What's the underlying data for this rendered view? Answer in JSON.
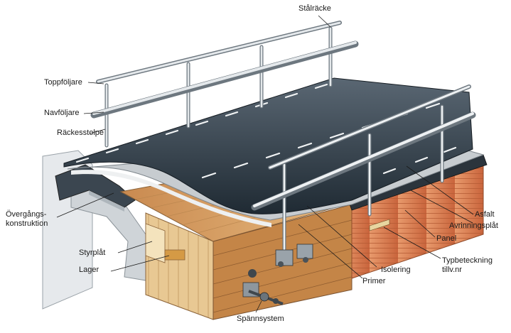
{
  "labels": {
    "stalracke": "Stålräcke",
    "toppfoljare": "Toppföljare",
    "navfoljare": "Navföljare",
    "rackesstolpe": "Räckesstolpe",
    "overgangs_line1": "Övergångs-",
    "overgangs_line2": "konstruktion",
    "styrplat": "Styrplåt",
    "lager": "Lager",
    "spannsystem": "Spännsystem",
    "asfalt": "Asfalt",
    "avrinningsplat": "Avrinningsplåt",
    "panel": "Panel",
    "typbeteckning_line1": "Typbeteckning",
    "typbeteckning_line2": "tillv.nr",
    "isolering": "Isolering",
    "primer": "Primer"
  },
  "colors": {
    "asphalt": "#2e3a45",
    "membrane": "#b9bfc4",
    "wood_light": "#e3c08a",
    "wood_dark": "#c7884e",
    "panel": "#d9845a",
    "steel": "#c9ced3",
    "concrete": "#dfe3e6"
  }
}
